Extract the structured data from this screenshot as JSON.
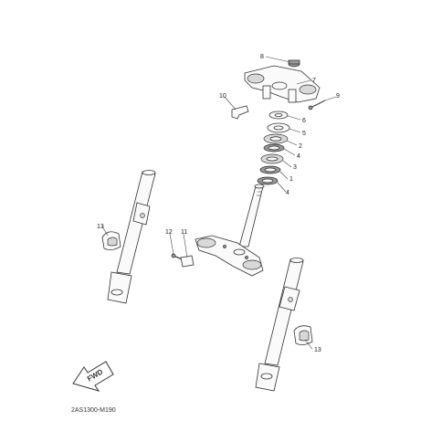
{
  "diagram": {
    "drawing_code": "2AS1300-M190",
    "fwd_label": "FWD",
    "callouts": {
      "c8": "8",
      "c7": "7",
      "c9": "9",
      "c10": "10",
      "c6": "6",
      "c5": "5",
      "c2": "2",
      "c4a": "4",
      "c3": "3",
      "c1": "1",
      "c4b": "4",
      "c13a": "13",
      "c11": "11",
      "c12": "12",
      "c13b": "13"
    }
  }
}
